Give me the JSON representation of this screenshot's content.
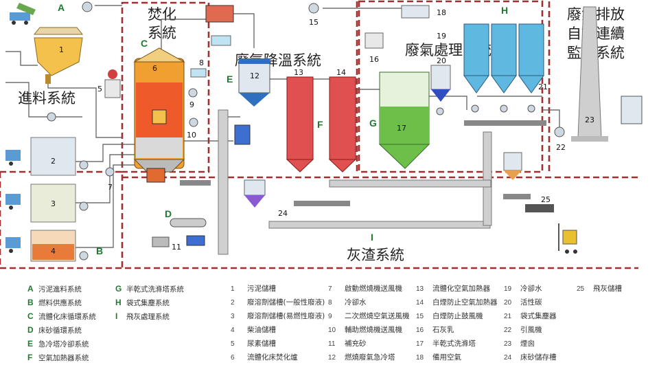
{
  "zones": {
    "incineration": "焚化\n系統",
    "cooling": "廢氣降溫系統",
    "treatment": "廢氣處理系統",
    "emission": "廢氣排放\n自動連續\n監測系統",
    "feed": "進料系統",
    "ash": "灰渣系統"
  },
  "sections": [
    "A",
    "B",
    "C",
    "D",
    "E",
    "F",
    "G",
    "H",
    "I"
  ],
  "numbers": [
    "1",
    "2",
    "3",
    "4",
    "5",
    "6",
    "7",
    "8",
    "9",
    "10",
    "11",
    "12",
    "13",
    "14",
    "15",
    "16",
    "17",
    "18",
    "19",
    "20",
    "21",
    "22",
    "23",
    "24",
    "25"
  ],
  "legend_letters": [
    {
      "key": "A",
      "label": "污泥進料系統"
    },
    {
      "key": "B",
      "label": "燃料供應系統"
    },
    {
      "key": "C",
      "label": "流體化床循環系統"
    },
    {
      "key": "D",
      "label": "床砂循環系統"
    },
    {
      "key": "E",
      "label": "急冷塔冷卻系統"
    },
    {
      "key": "F",
      "label": "空氣加熱器系統"
    },
    {
      "key": "G",
      "label": "半乾式洗滌塔系統"
    },
    {
      "key": "H",
      "label": "袋式集塵系統"
    },
    {
      "key": "I",
      "label": "飛灰處理系統"
    }
  ],
  "legend_numbers": [
    {
      "key": "1",
      "label": "污泥儲槽"
    },
    {
      "key": "2",
      "label": "廢溶劑儲槽(一般性廢液)"
    },
    {
      "key": "3",
      "label": "廢溶劑儲槽(易燃性廢液)"
    },
    {
      "key": "4",
      "label": "柴油儲槽"
    },
    {
      "key": "5",
      "label": "尿素儲槽"
    },
    {
      "key": "6",
      "label": "流體化床焚化爐"
    },
    {
      "key": "7",
      "label": "啟動燃燒機送風機"
    },
    {
      "key": "8",
      "label": "冷卻水"
    },
    {
      "key": "9",
      "label": "二次燃燒空氣送風機"
    },
    {
      "key": "10",
      "label": "輔助燃燒機送風機"
    },
    {
      "key": "11",
      "label": "補充砂"
    },
    {
      "key": "12",
      "label": "燃燒廢氣急冷塔"
    },
    {
      "key": "13",
      "label": "流體化空氣加熱器"
    },
    {
      "key": "14",
      "label": "白煙防止空氣加熱器"
    },
    {
      "key": "15",
      "label": "白煙防止鼓風機"
    },
    {
      "key": "16",
      "label": "石灰乳"
    },
    {
      "key": "17",
      "label": "半乾式洗滌塔"
    },
    {
      "key": "18",
      "label": "備用空氣"
    },
    {
      "key": "19",
      "label": "冷卻水"
    },
    {
      "key": "20",
      "label": "活性碳"
    },
    {
      "key": "21",
      "label": "袋式集塵器"
    },
    {
      "key": "22",
      "label": "引風機"
    },
    {
      "key": "23",
      "label": "煙囪"
    },
    {
      "key": "24",
      "label": "床砂儲存槽"
    },
    {
      "key": "25",
      "label": "飛灰儲槽"
    }
  ],
  "colors": {
    "zone_border": "#a03030",
    "section_letter": "#1e7a2e",
    "furnace": "#f0a030",
    "tank": "#dfe8ef",
    "heater": "#e05050",
    "scrubber": "#6cc04a",
    "baghouse": "#5fb8e0",
    "stack": "#cfcfcf"
  }
}
